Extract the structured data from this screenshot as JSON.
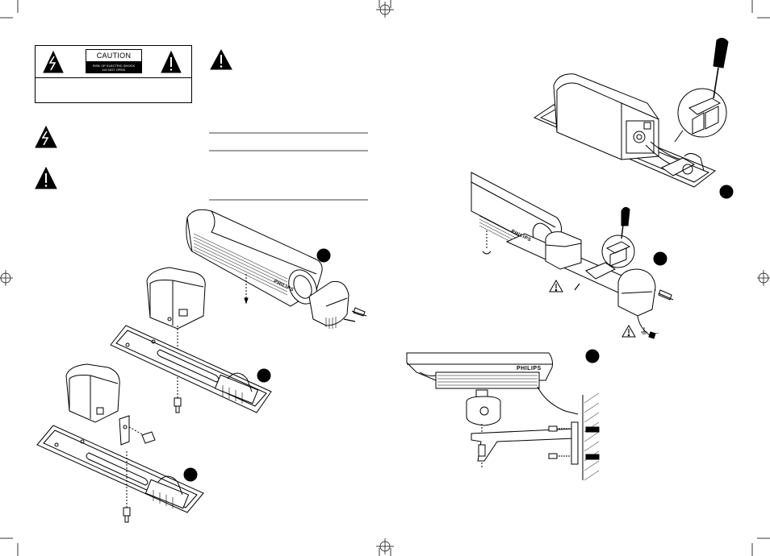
{
  "caution_label": {
    "title": "CAUTION",
    "line1": "RISK OF ELECTRIC SHOCK",
    "line2": "DO NOT OPEN"
  },
  "brand": "PHILIPS",
  "power_symbol": "~"
}
